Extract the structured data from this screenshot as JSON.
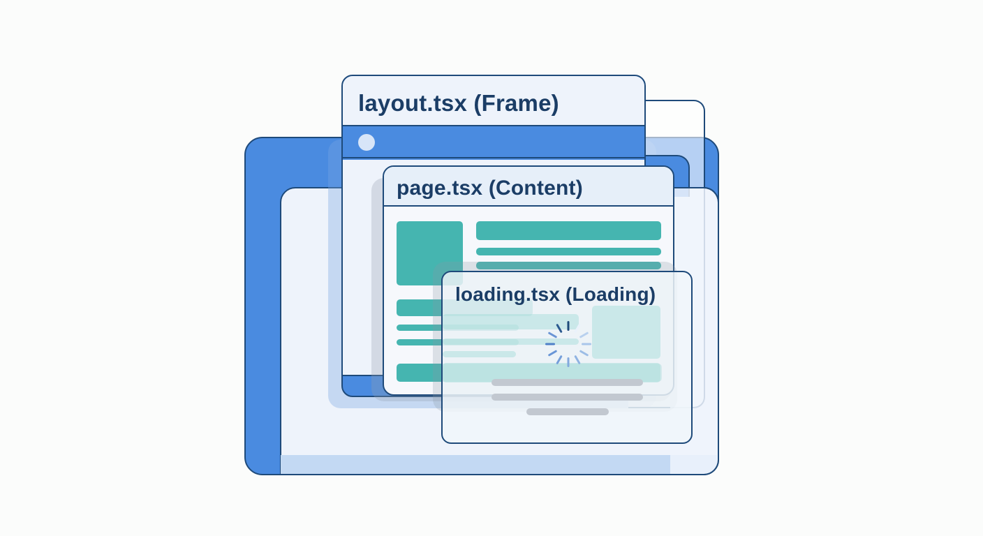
{
  "diagram": {
    "layers": [
      {
        "id": "layout",
        "label": "layout.tsx (Frame)"
      },
      {
        "id": "page",
        "label": "page.tsx (Content)"
      },
      {
        "id": "loading",
        "label": "loading.tsx (Loading)"
      }
    ],
    "icons": {
      "spinner": "loading-spinner-icon",
      "window_dot": "window-dot-icon"
    },
    "colors": {
      "frame_blue": "#4a8be0",
      "outline_navy": "#1e4a7a",
      "content_teal": "#45b5b0",
      "panel_bg": "#eef3fb",
      "skeleton_gray": "#c2c8d0",
      "text_navy": "#1b3d66"
    }
  }
}
